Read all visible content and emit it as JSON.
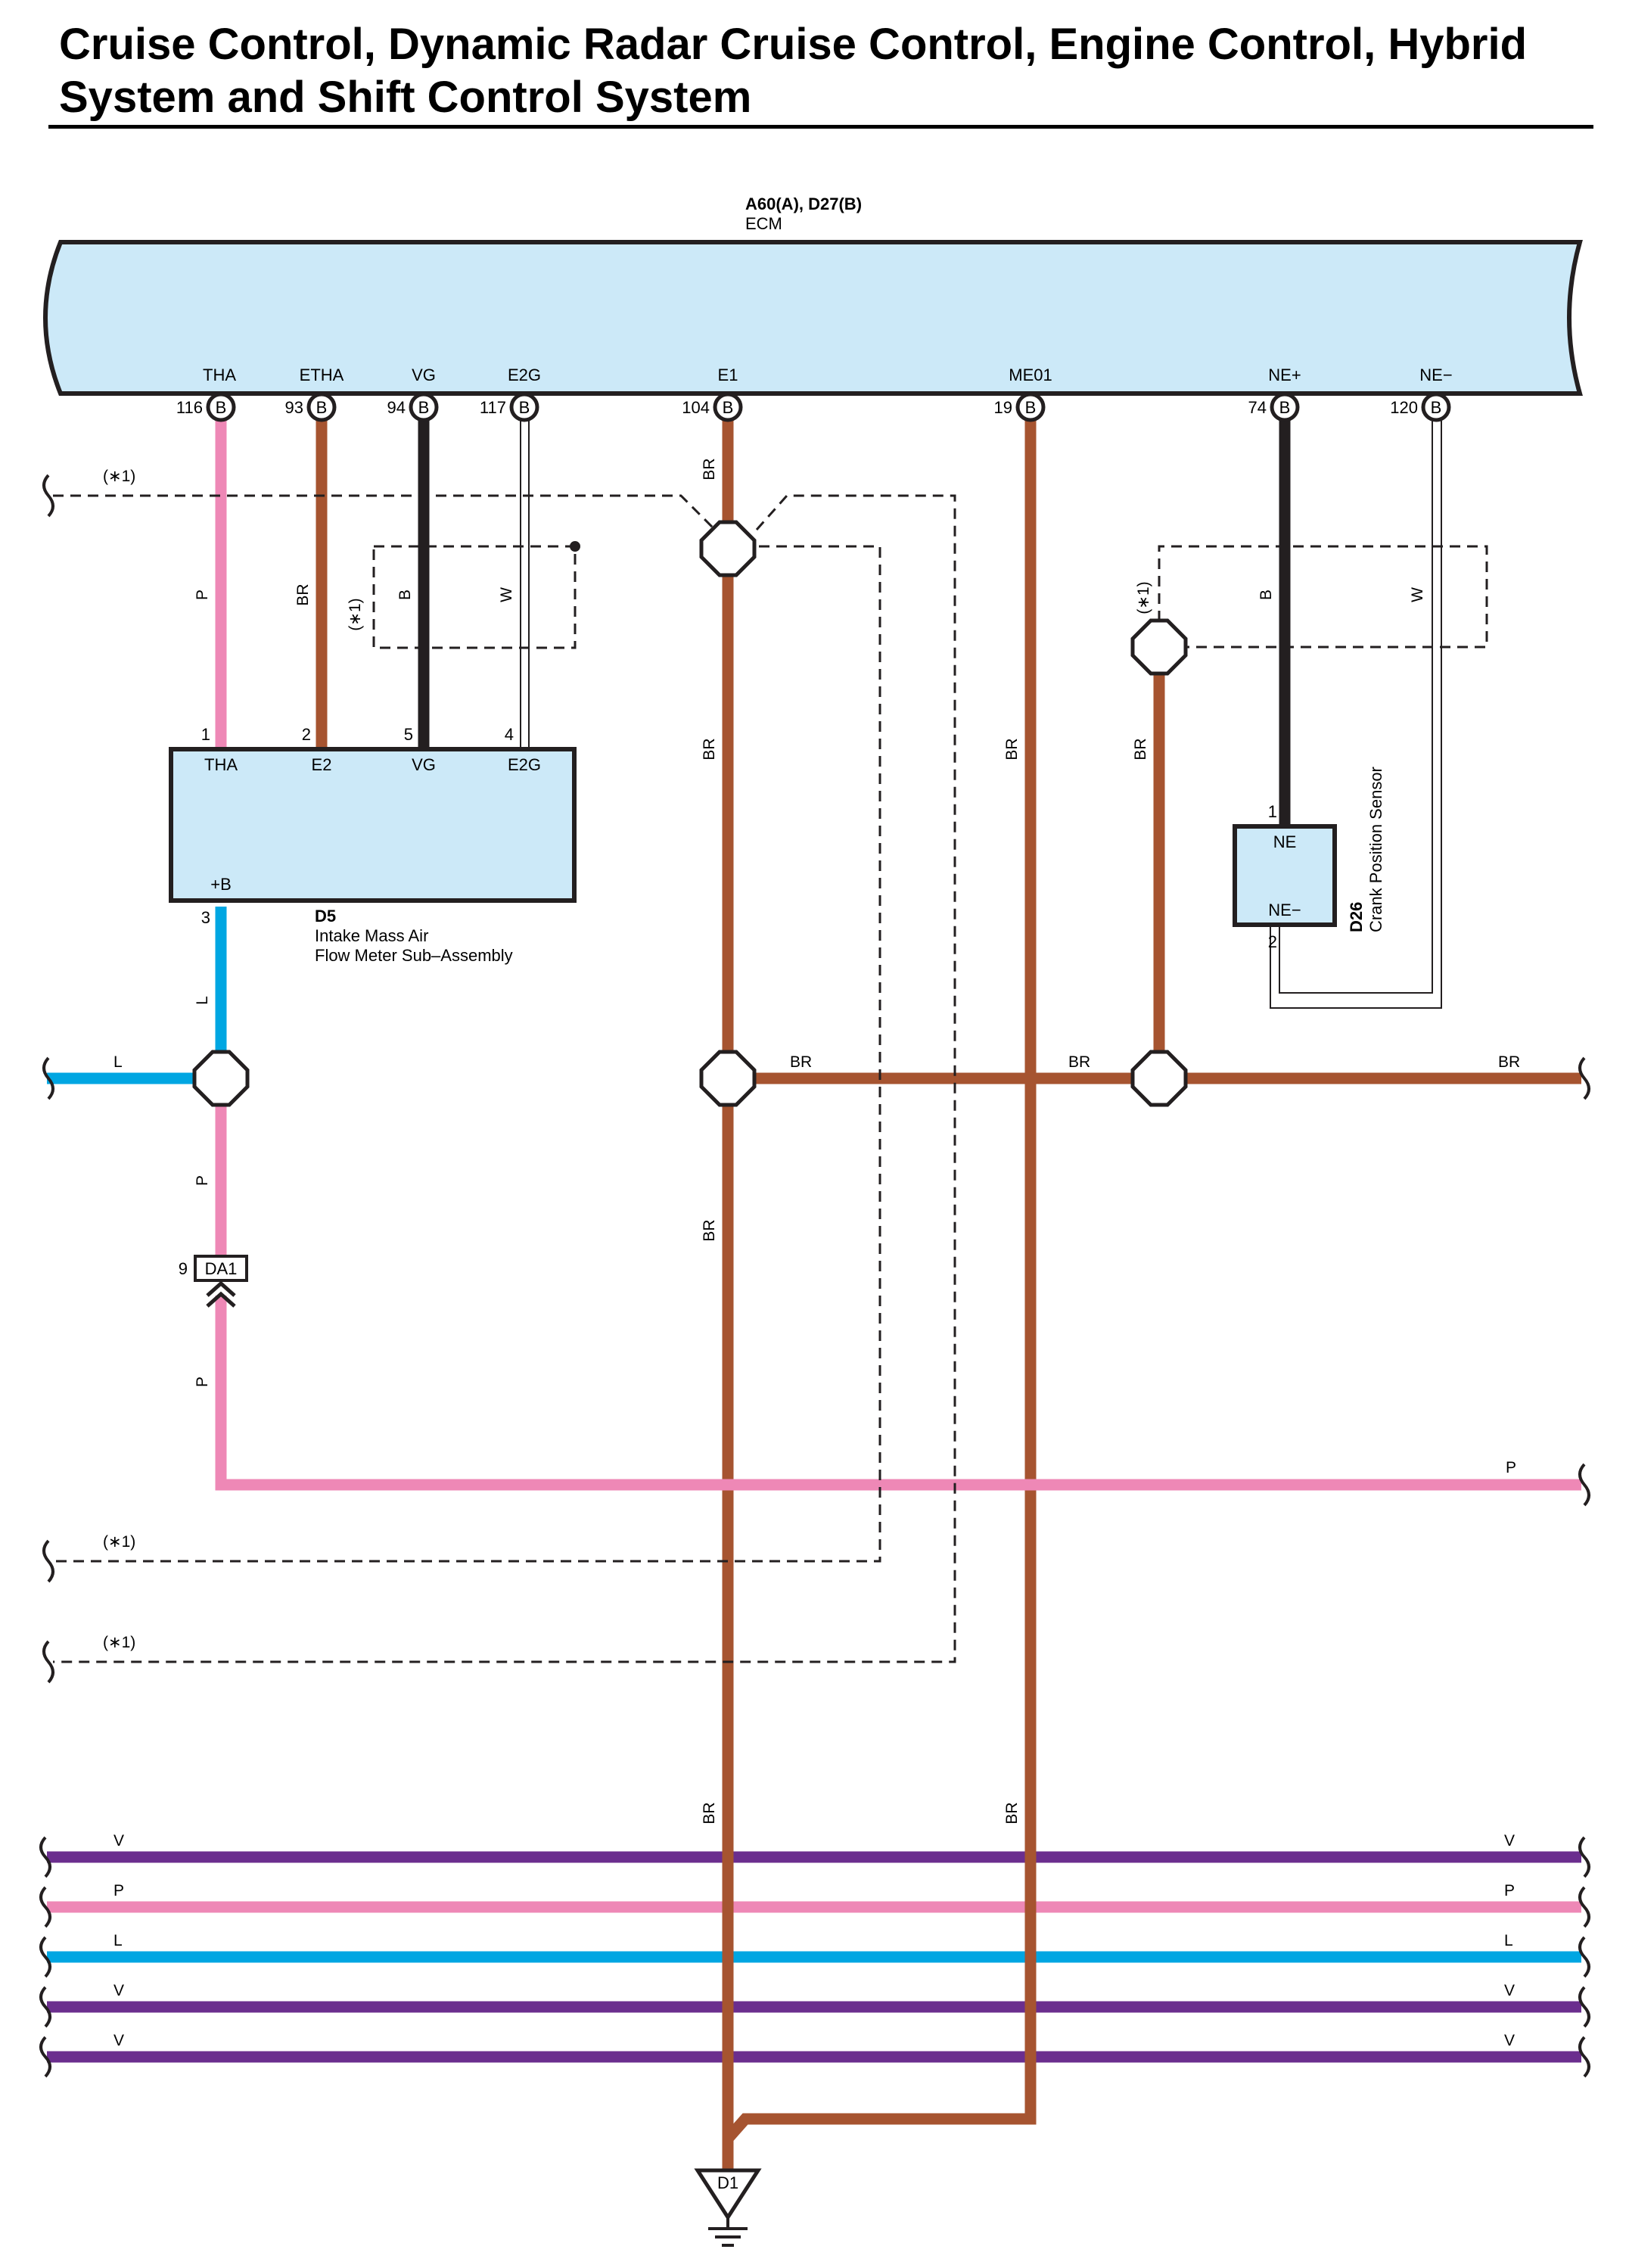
{
  "title": "Cruise Control, Dynamic Radar Cruise Control, Engine Control, Hybrid System and Shift Control System",
  "colors": {
    "P": "#ee88b6",
    "BR": "#a65430",
    "B": "#231f20",
    "W": "#ffffff",
    "L": "#00a6e2",
    "V": "#6b2e8e",
    "ecm_fill": "#cce9f8"
  },
  "ecm": {
    "connectors": "A60(A), D27(B)",
    "name": "ECM",
    "terminals": [
      {
        "label": "THA",
        "pin": "116",
        "conn": "B"
      },
      {
        "label": "ETHA",
        "pin": "93",
        "conn": "B"
      },
      {
        "label": "VG",
        "pin": "94",
        "conn": "B"
      },
      {
        "label": "E2G",
        "pin": "117",
        "conn": "B"
      },
      {
        "label": "E1",
        "pin": "104",
        "conn": "B"
      },
      {
        "label": "ME01",
        "pin": "19",
        "conn": "B"
      },
      {
        "label": "NE+",
        "pin": "74",
        "conn": "B"
      },
      {
        "label": "NE−",
        "pin": "120",
        "conn": "B"
      }
    ]
  },
  "d5": {
    "id": "D5",
    "name_line1": "Intake Mass Air",
    "name_line2": "Flow Meter Sub–Assembly",
    "pins": [
      {
        "pin": "1",
        "label": "THA"
      },
      {
        "pin": "2",
        "label": "E2"
      },
      {
        "pin": "5",
        "label": "VG"
      },
      {
        "pin": "4",
        "label": "E2G"
      },
      {
        "pin": "3",
        "label": "+B"
      }
    ]
  },
  "d26": {
    "id": "D26",
    "name": "Crank Position Sensor",
    "pins": [
      {
        "pin": "1",
        "label": "NE"
      },
      {
        "pin": "2",
        "label": "NE−"
      }
    ]
  },
  "da1": {
    "id": "DA1",
    "pin": "9"
  },
  "ground": {
    "id": "D1"
  },
  "note": "(∗1)",
  "wire_codes": {
    "P": "P",
    "BR": "BR",
    "B": "B",
    "W": "W",
    "L": "L",
    "V": "V"
  }
}
